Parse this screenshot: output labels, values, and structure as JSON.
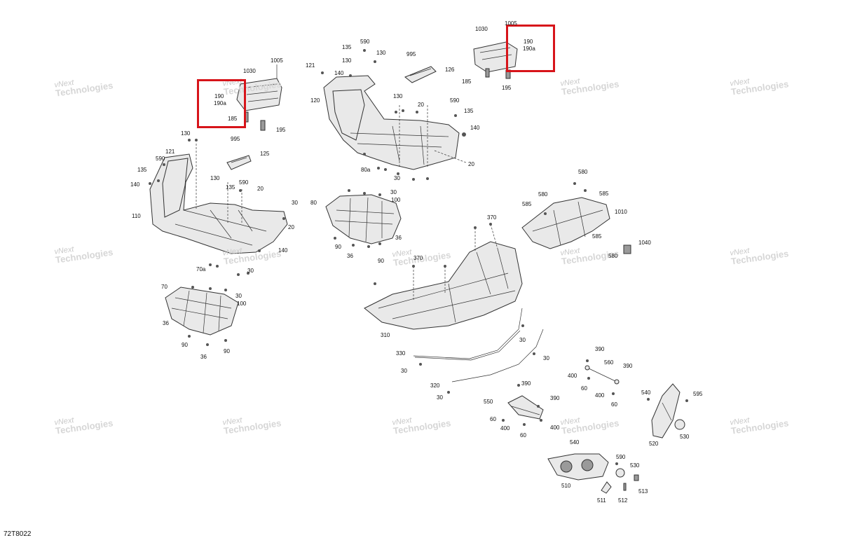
{
  "diagram_code": "72T8022",
  "watermark": {
    "line1": "vNext",
    "line2": "Technologies",
    "label": "vNext Technologies"
  },
  "callouts": [
    {
      "id": "c1",
      "text": "1005"
    },
    {
      "id": "c2",
      "text": "1030"
    },
    {
      "id": "c3",
      "text": "190"
    },
    {
      "id": "c4",
      "text": "190a"
    },
    {
      "id": "c5",
      "text": "185"
    },
    {
      "id": "c6",
      "text": "195"
    },
    {
      "id": "c7",
      "text": "130"
    },
    {
      "id": "c8",
      "text": "121"
    },
    {
      "id": "c9",
      "text": "590"
    },
    {
      "id": "c10",
      "text": "135"
    },
    {
      "id": "c11",
      "text": "140"
    },
    {
      "id": "c12",
      "text": "995"
    },
    {
      "id": "c13",
      "text": "125"
    },
    {
      "id": "c14",
      "text": "130"
    },
    {
      "id": "c15",
      "text": "135"
    },
    {
      "id": "c16",
      "text": "590"
    },
    {
      "id": "c17",
      "text": "20"
    },
    {
      "id": "c18",
      "text": "110"
    },
    {
      "id": "c19",
      "text": "30"
    },
    {
      "id": "c20",
      "text": "20"
    },
    {
      "id": "c21",
      "text": "140"
    },
    {
      "id": "c22",
      "text": "70a"
    },
    {
      "id": "c23",
      "text": "30"
    },
    {
      "id": "c24",
      "text": "70"
    },
    {
      "id": "c25",
      "text": "30"
    },
    {
      "id": "c26",
      "text": "100"
    },
    {
      "id": "c27",
      "text": "36"
    },
    {
      "id": "c28",
      "text": "90"
    },
    {
      "id": "c29",
      "text": "36"
    },
    {
      "id": "c30",
      "text": "90"
    },
    {
      "id": "c31",
      "text": "590"
    },
    {
      "id": "c32",
      "text": "135"
    },
    {
      "id": "c33",
      "text": "130"
    },
    {
      "id": "c34",
      "text": "121"
    },
    {
      "id": "c35",
      "text": "130"
    },
    {
      "id": "c36",
      "text": "140"
    },
    {
      "id": "c37",
      "text": "995"
    },
    {
      "id": "c38",
      "text": "126"
    },
    {
      "id": "c39",
      "text": "120"
    },
    {
      "id": "c40",
      "text": "130"
    },
    {
      "id": "c41",
      "text": "20"
    },
    {
      "id": "c42",
      "text": "590"
    },
    {
      "id": "c43",
      "text": "135"
    },
    {
      "id": "c44",
      "text": "140"
    },
    {
      "id": "c45",
      "text": "80a"
    },
    {
      "id": "c46",
      "text": "30"
    },
    {
      "id": "c47",
      "text": "20"
    },
    {
      "id": "c48",
      "text": "1030"
    },
    {
      "id": "c49",
      "text": "1005"
    },
    {
      "id": "c50",
      "text": "190"
    },
    {
      "id": "c51",
      "text": "190a"
    },
    {
      "id": "c52",
      "text": "185"
    },
    {
      "id": "c53",
      "text": "195"
    },
    {
      "id": "c54",
      "text": "80"
    },
    {
      "id": "c55",
      "text": "30"
    },
    {
      "id": "c56",
      "text": "100"
    },
    {
      "id": "c57",
      "text": "90"
    },
    {
      "id": "c58",
      "text": "36"
    },
    {
      "id": "c59",
      "text": "36"
    },
    {
      "id": "c60",
      "text": "90"
    },
    {
      "id": "c61",
      "text": "370"
    },
    {
      "id": "c62",
      "text": "370"
    },
    {
      "id": "c63",
      "text": "310"
    },
    {
      "id": "c64",
      "text": "580"
    },
    {
      "id": "c65",
      "text": "580"
    },
    {
      "id": "c66",
      "text": "585"
    },
    {
      "id": "c67",
      "text": "585"
    },
    {
      "id": "c68",
      "text": "1010"
    },
    {
      "id": "c69",
      "text": "585"
    },
    {
      "id": "c70",
      "text": "580"
    },
    {
      "id": "c71",
      "text": "1040"
    },
    {
      "id": "c72",
      "text": "330"
    },
    {
      "id": "c73",
      "text": "30"
    },
    {
      "id": "c74",
      "text": "30"
    },
    {
      "id": "c75",
      "text": "30"
    },
    {
      "id": "c76",
      "text": "320"
    },
    {
      "id": "c77",
      "text": "30"
    },
    {
      "id": "c78",
      "text": "390"
    },
    {
      "id": "c79",
      "text": "560"
    },
    {
      "id": "c80",
      "text": "390"
    },
    {
      "id": "c81",
      "text": "400"
    },
    {
      "id": "c82",
      "text": "60"
    },
    {
      "id": "c83",
      "text": "400"
    },
    {
      "id": "c84",
      "text": "60"
    },
    {
      "id": "c85",
      "text": "390"
    },
    {
      "id": "c86",
      "text": "550"
    },
    {
      "id": "c87",
      "text": "390"
    },
    {
      "id": "c88",
      "text": "60"
    },
    {
      "id": "c89",
      "text": "400"
    },
    {
      "id": "c90",
      "text": "400"
    },
    {
      "id": "c91",
      "text": "60"
    },
    {
      "id": "c92",
      "text": "540"
    },
    {
      "id": "c93",
      "text": "595"
    },
    {
      "id": "c94",
      "text": "520"
    },
    {
      "id": "c95",
      "text": "530"
    },
    {
      "id": "c96",
      "text": "540"
    },
    {
      "id": "c97",
      "text": "590"
    },
    {
      "id": "c98",
      "text": "530"
    },
    {
      "id": "c99",
      "text": "510"
    },
    {
      "id": "c100",
      "text": "511"
    },
    {
      "id": "c101",
      "text": "512"
    },
    {
      "id": "c102",
      "text": "513"
    }
  ],
  "highlights": [
    {
      "id": "h1",
      "target": "190 / 190a (left)"
    },
    {
      "id": "h2",
      "target": "190 / 190a (right)"
    }
  ]
}
